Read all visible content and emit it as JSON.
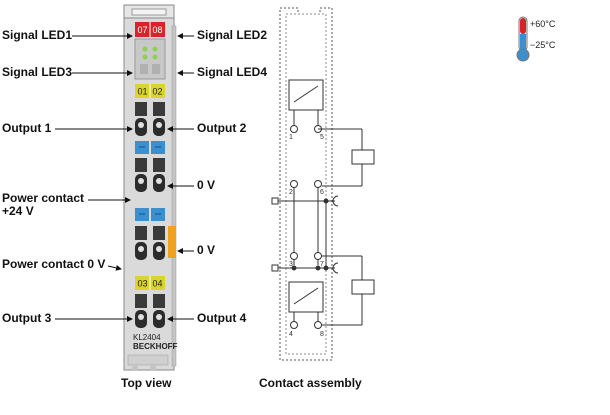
{
  "labels": {
    "signal_led1": "Signal LED1",
    "signal_led2": "Signal LED2",
    "signal_led3": "Signal LED3",
    "signal_led4": "Signal LED4",
    "output1": "Output 1",
    "output2": "Output 2",
    "zero_v_a": "0 V",
    "power_contact_24_line1": "Power contact",
    "power_contact_24_line2": "+24 V",
    "zero_v_b": "0 V",
    "power_contact_0v": "Power contact 0 V",
    "output3": "Output 3",
    "output4": "Output 4"
  },
  "terminal": {
    "led_top": [
      "07",
      "08"
    ],
    "led_mid": [
      "01",
      "02"
    ],
    "led_low": [
      "03",
      "04"
    ],
    "model": "KL2404",
    "brand": "BECKHOFF"
  },
  "contact_assembly": {
    "left_numbers": [
      "1",
      "2",
      "3",
      "4"
    ],
    "right_numbers": [
      "5",
      "6",
      "7",
      "8"
    ]
  },
  "temperature": {
    "max": "+60°C",
    "min": "−25°C"
  },
  "captions": {
    "top_view": "Top view",
    "contact_assembly": "Contact assembly"
  },
  "colors": {
    "led_red": "#d8232a",
    "led_yellow": "#d9d52a",
    "contact_blue": "#3a8fd0",
    "contact_orange": "#f0a21e",
    "housing_grey": "#d9d9d9"
  }
}
